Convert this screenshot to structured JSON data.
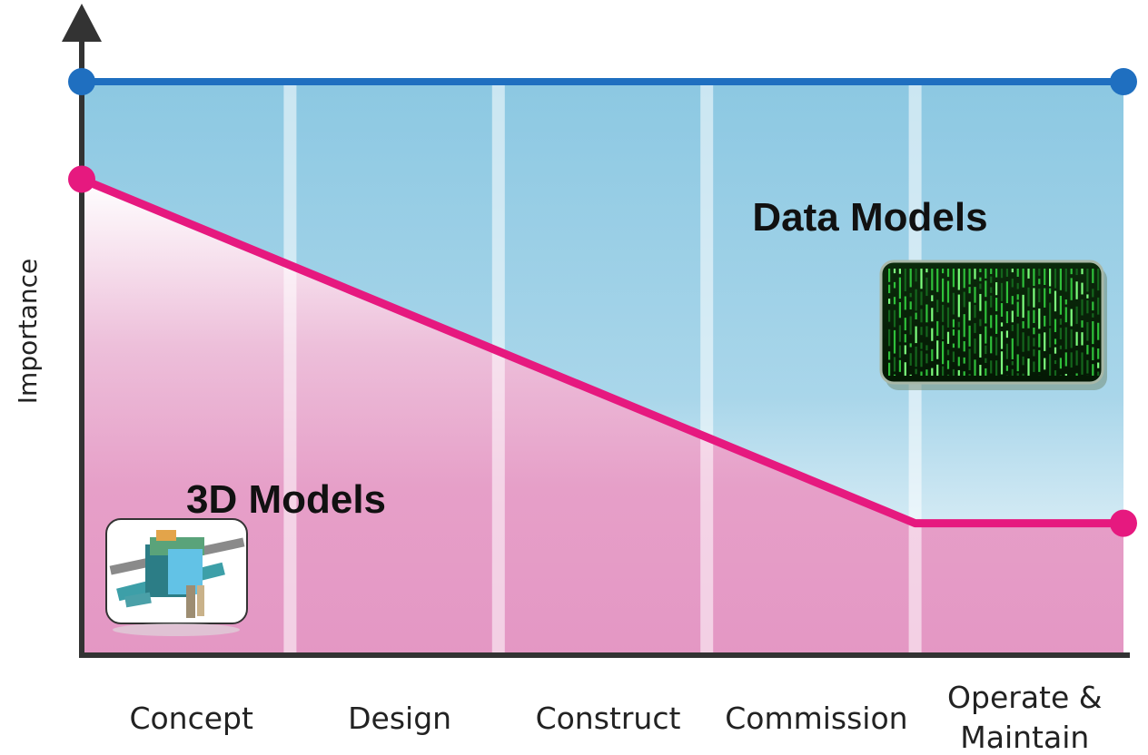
{
  "chart_data": {
    "type": "line",
    "categories": [
      "Concept",
      "Design",
      "Construct",
      "Commission",
      "Operate & Maintain"
    ],
    "xlabel": "",
    "ylabel": "Importance",
    "series": [
      {
        "name": "Data Models",
        "color": "#1f6fc0",
        "fill": "#8ecbe3",
        "x": [
          0,
          5
        ],
        "values": [
          10,
          10
        ]
      },
      {
        "name": "3D Models",
        "color": "#e6197f",
        "fill": "#e597c4",
        "x": [
          0,
          4,
          5
        ],
        "values": [
          8.3,
          2.3,
          2.3
        ]
      }
    ],
    "ylim": [
      0,
      10
    ],
    "xlim": [
      0,
      5
    ],
    "grid": "vertical-phase-dividers",
    "illustrations": [
      "3d-model-thumbnail",
      "matrix-data-thumbnail"
    ]
  }
}
